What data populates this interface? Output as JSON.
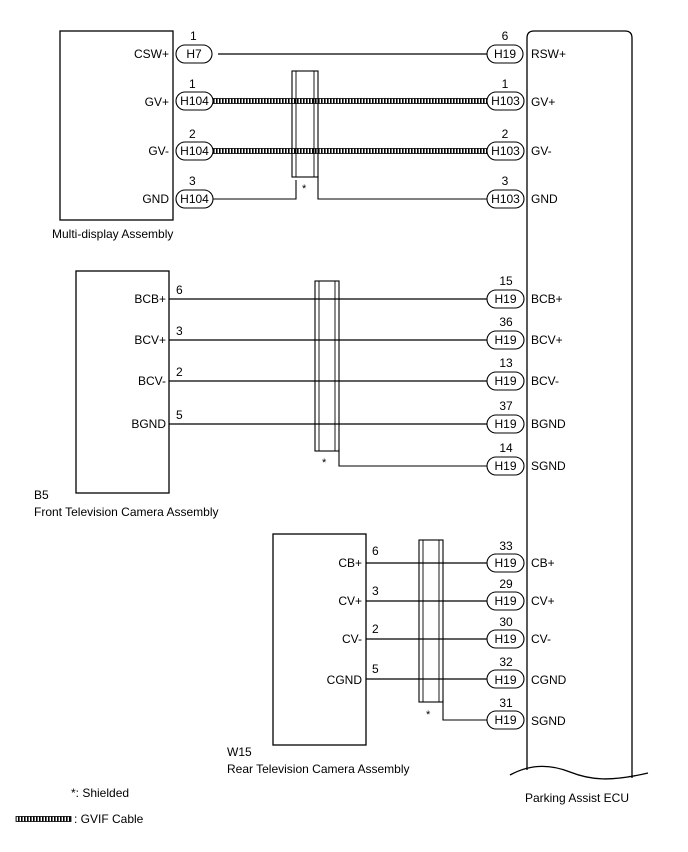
{
  "ecu": {
    "label": "Parking Assist ECU"
  },
  "multi_display": {
    "label": "Multi-display Assembly",
    "wires": [
      {
        "left_pin": "1",
        "left_connector": "H7",
        "left_signal": "CSW+",
        "right_pin": "6",
        "right_connector": "H19",
        "right_signal": "RSW+",
        "gvif": false
      },
      {
        "left_pin": "1",
        "left_connector": "H104",
        "left_signal": "GV+",
        "right_pin": "1",
        "right_connector": "H103",
        "right_signal": "GV+",
        "gvif": true
      },
      {
        "left_pin": "2",
        "left_connector": "H104",
        "left_signal": "GV-",
        "right_pin": "2",
        "right_connector": "H103",
        "right_signal": "GV-",
        "gvif": true
      },
      {
        "left_pin": "3",
        "left_connector": "H104",
        "left_signal": "GND",
        "right_pin": "3",
        "right_connector": "H103",
        "right_signal": "GND",
        "gvif": false
      }
    ],
    "shield_mark": "*"
  },
  "front_camera": {
    "code": "B5",
    "label": "Front Television Camera Assembly",
    "wires": [
      {
        "left_pin": "6",
        "left_signal": "BCB+",
        "right_pin": "15",
        "right_connector": "H19",
        "right_signal": "BCB+"
      },
      {
        "left_pin": "3",
        "left_signal": "BCV+",
        "right_pin": "36",
        "right_connector": "H19",
        "right_signal": "BCV+"
      },
      {
        "left_pin": "2",
        "left_signal": "BCV-",
        "right_pin": "13",
        "right_connector": "H19",
        "right_signal": "BCV-"
      },
      {
        "left_pin": "5",
        "left_signal": "BGND",
        "right_pin": "37",
        "right_connector": "H19",
        "right_signal": "BGND"
      }
    ],
    "shield": {
      "right_pin": "14",
      "right_connector": "H19",
      "right_signal": "SGND",
      "mark": "*"
    }
  },
  "rear_camera": {
    "code": "W15",
    "label": "Rear Television Camera Assembly",
    "wires": [
      {
        "left_pin": "6",
        "left_signal": "CB+",
        "right_pin": "33",
        "right_connector": "H19",
        "right_signal": "CB+"
      },
      {
        "left_pin": "3",
        "left_signal": "CV+",
        "right_pin": "29",
        "right_connector": "H19",
        "right_signal": "CV+"
      },
      {
        "left_pin": "2",
        "left_signal": "CV-",
        "right_pin": "30",
        "right_connector": "H19",
        "right_signal": "CV-"
      },
      {
        "left_pin": "5",
        "left_signal": "CGND",
        "right_pin": "32",
        "right_connector": "H19",
        "right_signal": "CGND"
      }
    ],
    "shield": {
      "right_pin": "31",
      "right_connector": "H19",
      "right_signal": "SGND",
      "mark": "*"
    }
  },
  "legend": {
    "shielded": "*: Shielded",
    "gvif": ": GVIF Cable"
  }
}
